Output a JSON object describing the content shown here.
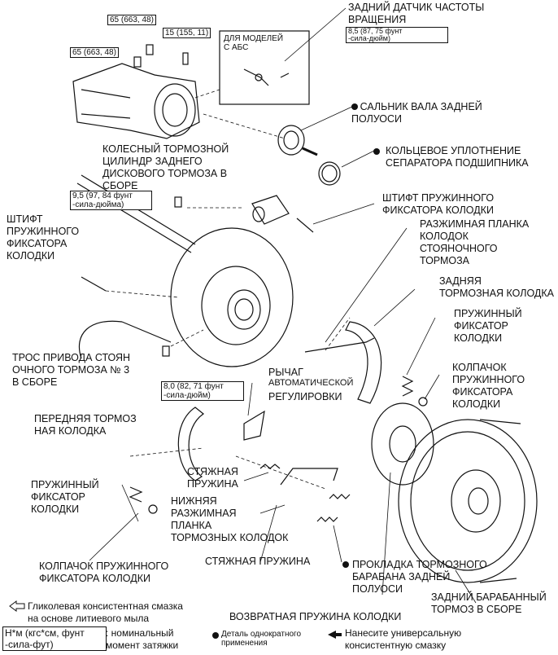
{
  "labels": {
    "rear_sensor": "ЗАДНИЙ ДАТЧИК ЧАСТОТЫ\nВРАЩЕНИЯ",
    "abs_models": "ДЛЯ МОДЕЛЕЙ\nС АБС",
    "axle_seal": "САЛЬНИК ВАЛА ЗАДНЕЙ\nПОЛУОСИ",
    "o_ring": "КОЛЬЦЕВОЕ УПЛОТНЕНИЕ\nСЕПАРАТОРА ПОДШИПНИКА",
    "wheel_cylinder": "КОЛЕСНЫЙ ТОРМОЗНОЙ\nЦИЛИНДР ЗАДНЕГО\nДИСКОВОГО ТОРМОЗА В\nСБОРЕ",
    "hold_pin_top": "ШТИФТ ПРУЖИННОГО\nФИКСАТОРА КОЛОДКИ",
    "park_strut": "РАЗЖИМНАЯ ПЛАНКА\nКОЛОДОК\nСТОЯНОЧНОГО\nТОРМОЗА",
    "hold_pin_left": "ШТИФТ\nПРУЖИННОГО\nФИКСАТОРА\nКОЛОДКИ",
    "rear_shoe": "ЗАДНЯЯ\nТОРМОЗНАЯ КОЛОДКА",
    "hold_spring_right": "ПРУЖИННЫЙ\nФИКСАТОР\nКОЛОДКИ",
    "cable": "ТРОС ПРИВОДА СТОЯН\nОЧНОГО ТОРМОЗА № 3\nВ СБОРЕ",
    "adjust_lever_1": "РЫЧАГ",
    "adjust_lever_2": "АВТОМАТИЧЕСКОЙ",
    "adjust_lever_3": "РЕГУЛИРОВКИ",
    "hold_cup_right": "КОЛПАЧОК\nПРУЖИННОГО\nФИКСАТОРА\nКОЛОДКИ",
    "front_shoe": "ПЕРЕДНЯЯ ТОРМОЗ\nНАЯ КОЛОДКА",
    "tension_spring_1": "СТЯЖНАЯ\nПРУЖИНА",
    "hold_spring_left": "ПРУЖИННЫЙ\nФИКСАТОР\nКОЛОДКИ",
    "lower_strut": "НИЖНЯЯ\nРАЗЖИМНАЯ\nПЛАНКА\nТОРМОЗНЫХ КОЛОДОК",
    "tension_spring_2": "СТЯЖНАЯ ПРУЖИНА",
    "hold_cup_left": "КОЛПАЧОК ПРУЖИННОГО\nФИКСАТОРА КОЛОДКИ",
    "drum_gasket": "ПРОКЛАДКА ТОРМОЗНОГО\nБАРАБАНА ЗАДНЕЙ\nПОЛУОСИ",
    "drum_assembly": "ЗАДНИЙ БАРАБАННЫЙ\nТОРМОЗ В СБОРЕ",
    "return_spring": "ВОЗВРАТНАЯ ПРУЖИНА КОЛОДКИ"
  },
  "torques": {
    "t65_top": "65 (663, 48)",
    "t15": "15 (155, 11)",
    "t65_left": "65 (663, 48)",
    "t85": "8,5 (87, 75 фунт\n-сила-дюйм)",
    "t95": "9,5 (97, 84 фунт\n-сила-дюйма)",
    "t80": "8,0 (82, 71 фунт\n-сила-дюйм)"
  },
  "legend": {
    "grease": "Гликолевая консистентная смазка\nна основе литиевого мыла",
    "torque_unit": "Н*м (кгс*см, фунт\n-сила-фут)",
    "torque_desc": ": номинальный\nмомент затяжки",
    "non_reusable": "Деталь однократного\nприменения",
    "apply_grease": "Нанесите универсальную\nконсистентную смазку"
  }
}
